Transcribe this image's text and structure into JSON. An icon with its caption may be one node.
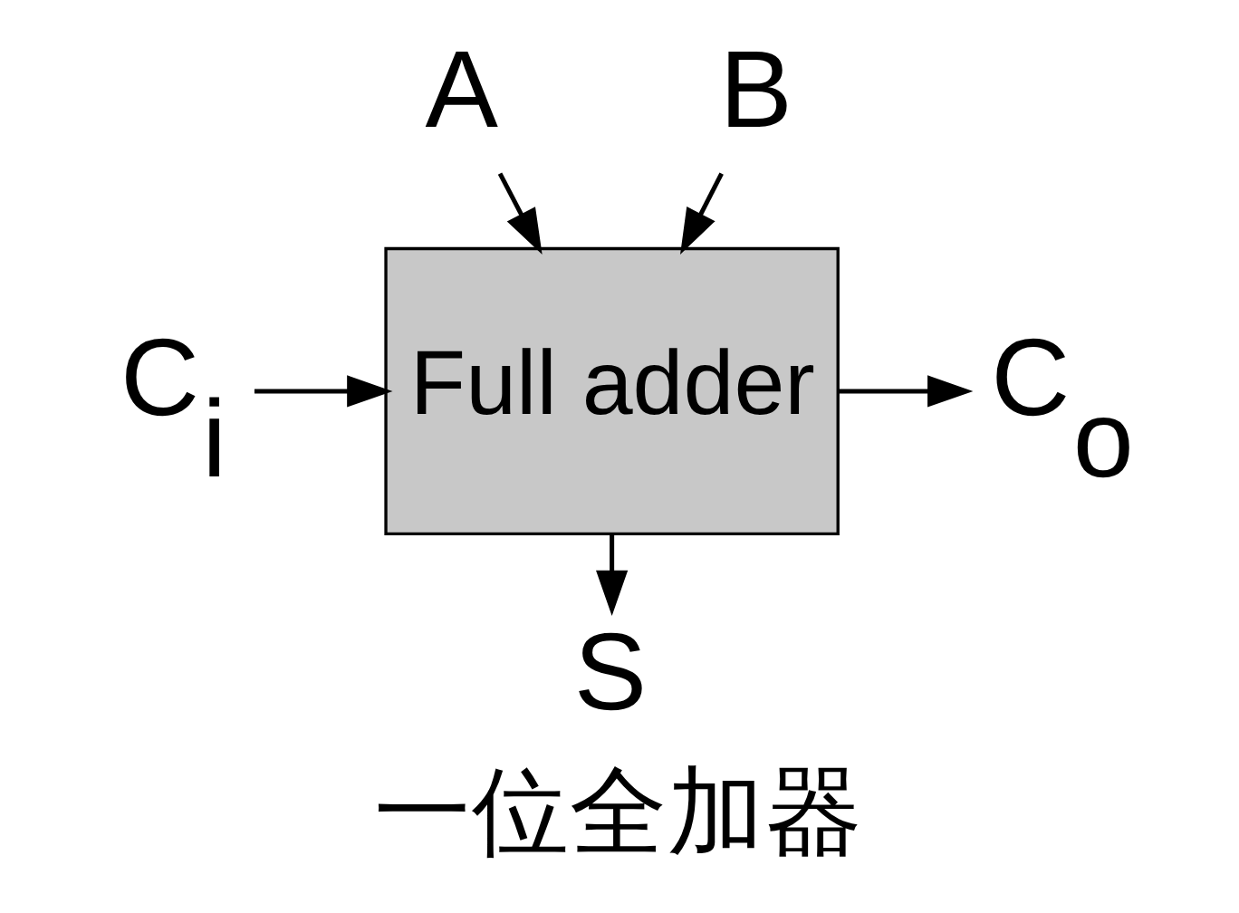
{
  "diagram": {
    "caption": "一位全加器",
    "nodes": [
      {
        "text": [
          "Full adder"
        ]
      },
      {
        "text": [
          "A"
        ]
      },
      {
        "text": [
          "B"
        ]
      },
      {
        "text": [
          "C$_{i}$"
        ]
      },
      {
        "text": [
          "C$_{o}$"
        ]
      },
      {
        "text": [
          "S"
        ]
      }
    ],
    "edges": [
      {
        "from": 1,
        "to": 0,
        "arrow": "to"
      },
      {
        "from": 2,
        "to": 0,
        "arrow": "to"
      },
      {
        "from": 3,
        "to": 0,
        "arrow": "to"
      },
      {
        "from": 0,
        "to": 4,
        "arrow": "to"
      },
      {
        "from": 0,
        "to": 5,
        "arrow": "to"
      }
    ]
  }
}
